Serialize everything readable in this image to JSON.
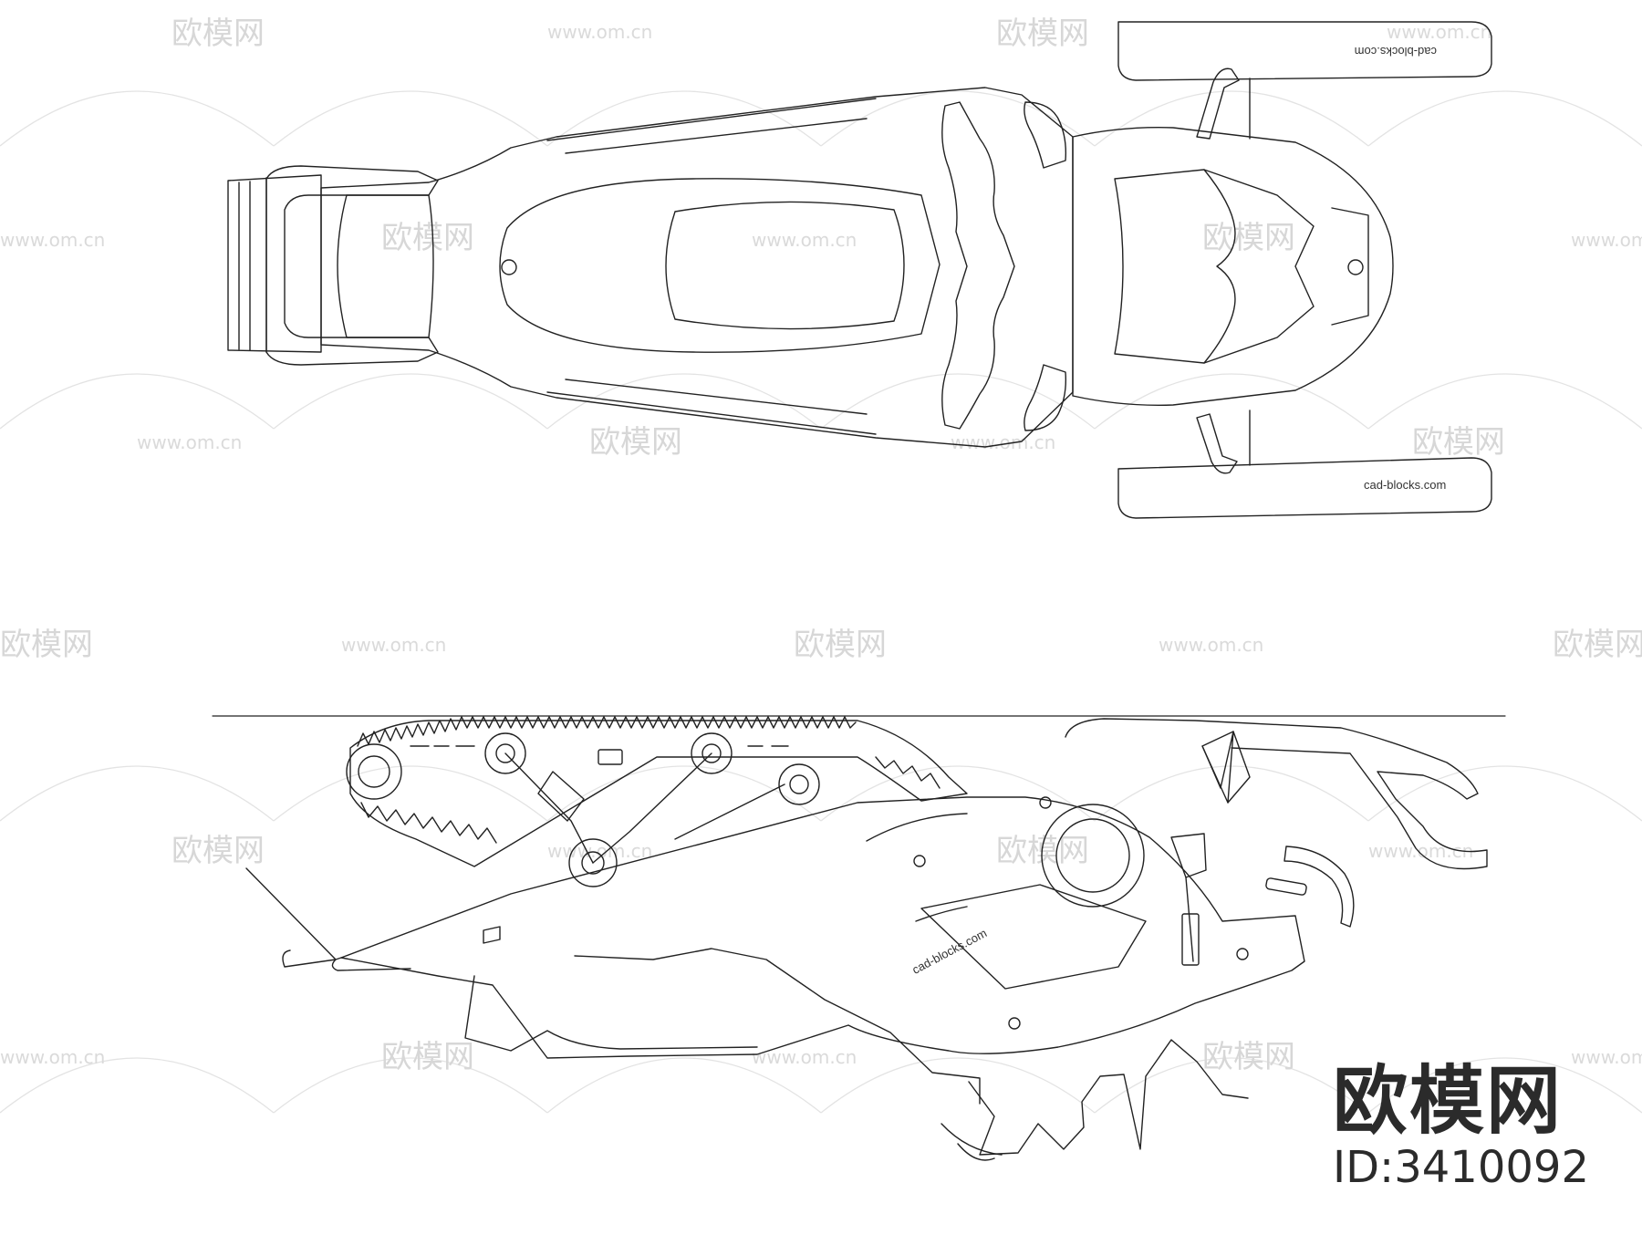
{
  "watermark": {
    "site_text": "www.om.cn",
    "brand_text": "欧模网",
    "color": "#d9d9d9"
  },
  "brand": {
    "title": "欧模网",
    "id_label": "ID:3410092",
    "color": "#2b2b2b"
  },
  "drawing": {
    "stroke_color": "#222222",
    "top_view": {
      "decal_upper": "cad-blocks.com",
      "decal_lower": "cad-blocks.com"
    },
    "side_view": {
      "decal_side": "cad-blocks.com"
    }
  }
}
